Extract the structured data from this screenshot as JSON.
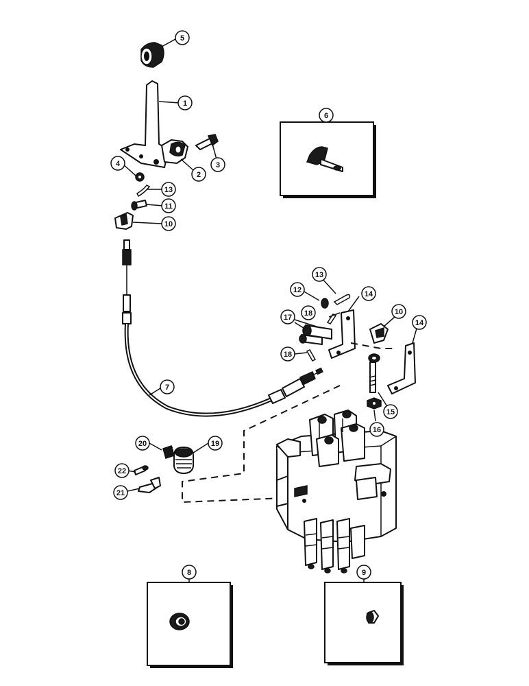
{
  "diagram": {
    "callouts": {
      "c1": "1",
      "c2": "2",
      "c3": "3",
      "c4": "4",
      "c5": "5",
      "c6": "6",
      "c7": "7",
      "c8": "8",
      "c9": "9",
      "c10a": "10",
      "c10b": "10",
      "c11": "11",
      "c12": "12",
      "c13a": "13",
      "c13b": "13",
      "c14a": "14",
      "c14b": "14",
      "c15": "15",
      "c16": "16",
      "c17": "17",
      "c18a": "18",
      "c18b": "18",
      "c19": "19",
      "c20": "20",
      "c21": "21",
      "c22": "22"
    },
    "colors": {
      "ink": "#111111",
      "paper": "#ffffff"
    }
  }
}
